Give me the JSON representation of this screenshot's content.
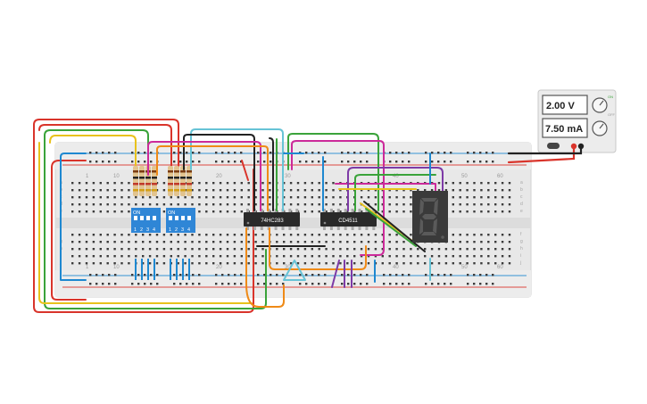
{
  "power_supply": {
    "voltage": "2.00 V",
    "current": "7.50 mA",
    "on_label": "ON",
    "off_label": "OFF"
  },
  "chips": {
    "adder": "74HC283",
    "decoder": "CD4511"
  },
  "dip_switch": {
    "on_label": "ON",
    "positions": [
      "1",
      "2",
      "3",
      "4"
    ]
  },
  "breadboard": {
    "column_numbers": [
      "1",
      "10",
      "20",
      "30",
      "40",
      "50",
      "60"
    ],
    "row_letters_top": [
      "a",
      "b",
      "c",
      "d",
      "e"
    ],
    "row_letters_bottom": [
      "f",
      "g",
      "h",
      "i",
      "j"
    ]
  },
  "seven_segment": {
    "digit": "8"
  },
  "colors": {
    "red": "#d9342b",
    "green": "#3aa33a",
    "yellow": "#e8c21c",
    "orange": "#ef8a17",
    "blue": "#1e88d0",
    "cyan": "#67c3d6",
    "magenta": "#cc2a9a",
    "purple": "#7d3aa6",
    "black": "#222222",
    "board": "#e9e9e9",
    "dip": "#2f86d6"
  }
}
